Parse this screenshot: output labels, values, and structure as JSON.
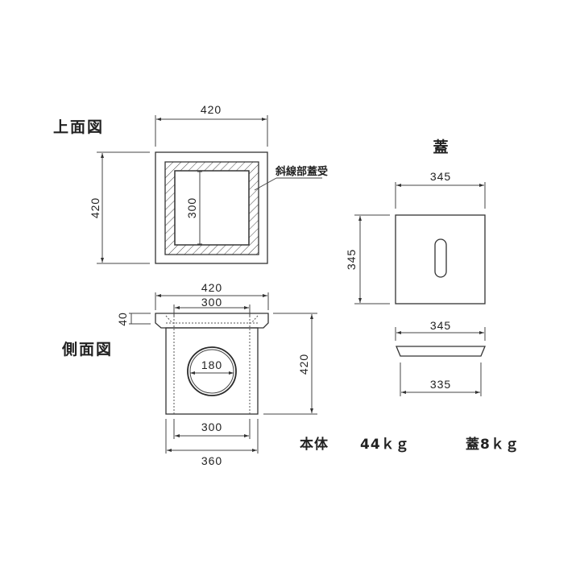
{
  "top_view": {
    "title": "上面図",
    "width_dim": "420",
    "height_dim": "420",
    "inner_dim": "300",
    "hatch_note": "斜線部蓋受"
  },
  "side_view": {
    "title": "側面図",
    "top_width_dim": "420",
    "inner_top_dim": "300",
    "flange_height_dim": "40",
    "pipe_dim": "180",
    "height_dim": "420",
    "inner_bottom_dim": "300",
    "bottom_width_dim": "360"
  },
  "lid": {
    "title": "蓋",
    "top_width_dim": "345",
    "top_height_dim": "345",
    "side_top_dim": "345",
    "side_bottom_dim": "335"
  },
  "weights": {
    "body_label": "本体",
    "body_value": "44ｋｇ",
    "lid_value": "蓋8ｋｇ"
  },
  "colors": {
    "line": "#333333",
    "background": "#ffffff"
  }
}
